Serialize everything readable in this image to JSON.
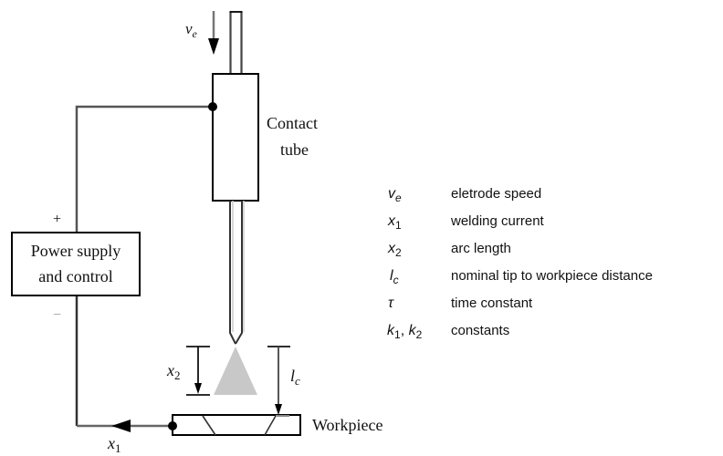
{
  "diagram": {
    "labels": {
      "electrode_speed_symbol": "v",
      "electrode_speed_sub": "e",
      "contact_tube_line1": "Contact",
      "contact_tube_line2": "tube",
      "plus": "+",
      "minus": "−",
      "power_supply_line1": "Power supply",
      "power_supply_line2": "and control",
      "x2_symbol": "x",
      "x2_sub": "2",
      "lc_symbol": "l",
      "lc_sub": "c",
      "workpiece": "Workpiece",
      "x1_symbol": "x",
      "x1_sub": "1"
    },
    "colors": {
      "arc": "#c8c8c8",
      "wire": "#555555",
      "outline": "#000000"
    }
  },
  "legend": {
    "items": [
      {
        "symbol": "v",
        "sub": "e",
        "desc": "eletrode speed"
      },
      {
        "symbol": "x",
        "sub": "1",
        "desc": "welding current"
      },
      {
        "symbol": "x",
        "sub": "2",
        "desc": "arc length"
      },
      {
        "symbol": "l",
        "sub": "c",
        "desc": "nominal tip to workpiece distance"
      },
      {
        "symbol": "τ",
        "sub": "",
        "desc": "time constant"
      },
      {
        "symbol": "k",
        "sub": "1",
        "sym2": "k",
        "sub2": "2",
        "desc": "constants"
      }
    ]
  }
}
